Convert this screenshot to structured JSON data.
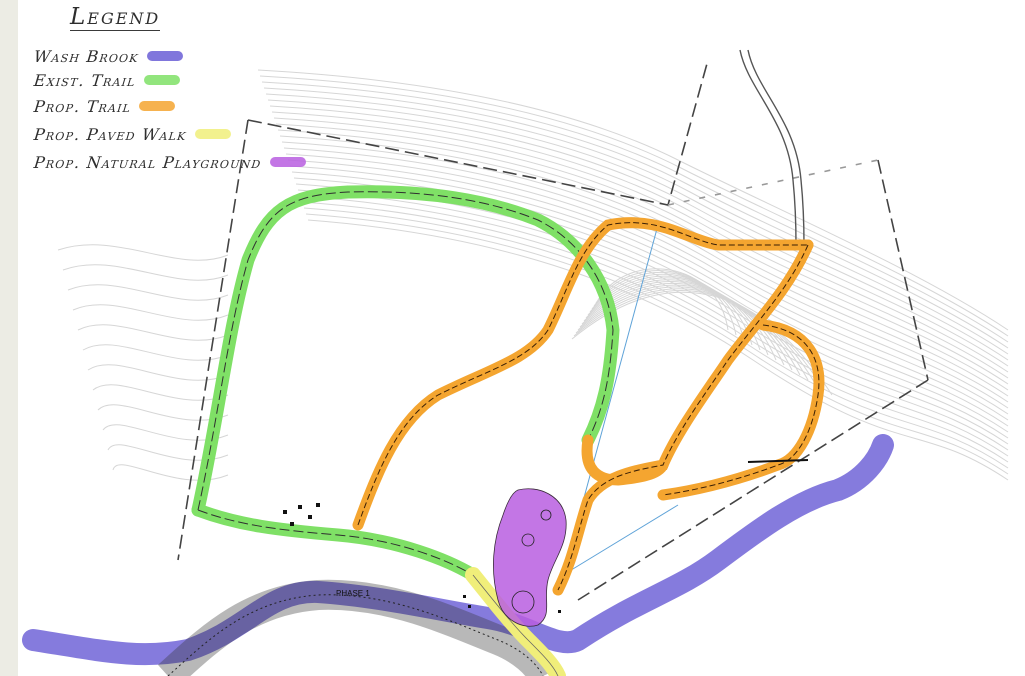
{
  "legend": {
    "title": "Legend",
    "items": [
      {
        "label": "Wash Brook",
        "color": "#6a5ed6"
      },
      {
        "label": "Exist. Trail",
        "color": "#7fe066"
      },
      {
        "label": "Prop. Trail",
        "color": "#f4a530"
      },
      {
        "label": "Prop. Paved Walk",
        "color": "#f0ee7a"
      },
      {
        "label": "Prop. Natural Playground",
        "color": "#b85ee0"
      }
    ]
  },
  "map": {
    "phase_label": "PHASE 1",
    "colors": {
      "brook": "#6a5ed6",
      "existing_trail": "#7fe066",
      "proposed_trail": "#f4a530",
      "paved_walk": "#f0ee7a",
      "playground": "#b85ee0",
      "linework": "#3a3a3a",
      "contours": "#d6d6d6"
    }
  }
}
